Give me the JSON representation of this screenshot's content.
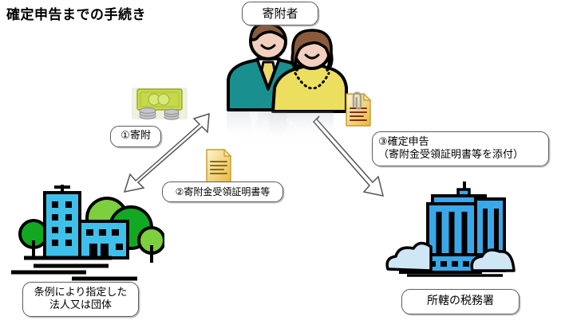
{
  "page": {
    "title": "確定申告までの手続き",
    "background": "#ffffff"
  },
  "nodes": {
    "donor": {
      "label": "寄附者",
      "name": "donor",
      "illustration": "couple-icon",
      "colors": {
        "suit": "#1a8f8f",
        "tie": "#ecd96a",
        "blouse": "#ecdf60",
        "hair": "#8a5a3c",
        "skin": "#f2cfbe"
      }
    },
    "organization": {
      "label": "条例により指定した\n法人又は団体",
      "name": "designated-corporation",
      "illustration": "office-building-with-trees-icon",
      "colors": {
        "building": "#3fc0ea",
        "tree_dark": "#12a822",
        "tree_light": "#7ccf3e"
      }
    },
    "tax_office": {
      "label": "所轄の税務署",
      "name": "tax-office",
      "illustration": "tax-office-building-icon",
      "colors": {
        "building": "#3aa8e8",
        "cloud": "#cfe6f5"
      }
    }
  },
  "steps": [
    {
      "id": "step1",
      "label": "①寄附",
      "icon": "money-icon",
      "icon_colors": {
        "bill": "#c7d94a",
        "coin": "#b9bcbd"
      },
      "direction": "donor-to-organization"
    },
    {
      "id": "step2",
      "label": "②寄附金受領証明書等",
      "icon": "document-icon",
      "icon_colors": {
        "paper": "#f7e59a",
        "line": "#8a6a1e"
      },
      "direction": "organization-to-donor"
    },
    {
      "id": "step3",
      "label": "③確定申告\n（寄附金受領証明書等を添付）",
      "icon": "document-with-clip-icon",
      "icon_colors": {
        "paper": "#f7e59a",
        "clip": "#b9bcbd",
        "line": "#8a2b1e"
      },
      "direction": "donor-to-tax-office"
    }
  ],
  "arrows": [
    {
      "name": "arrow-donor-organization",
      "style": "double-headed",
      "fill": "#ffffff",
      "stroke": "#555555"
    },
    {
      "name": "arrow-donor-tax-office",
      "style": "single-headed",
      "fill": "#ffffff",
      "stroke": "#555555"
    }
  ]
}
